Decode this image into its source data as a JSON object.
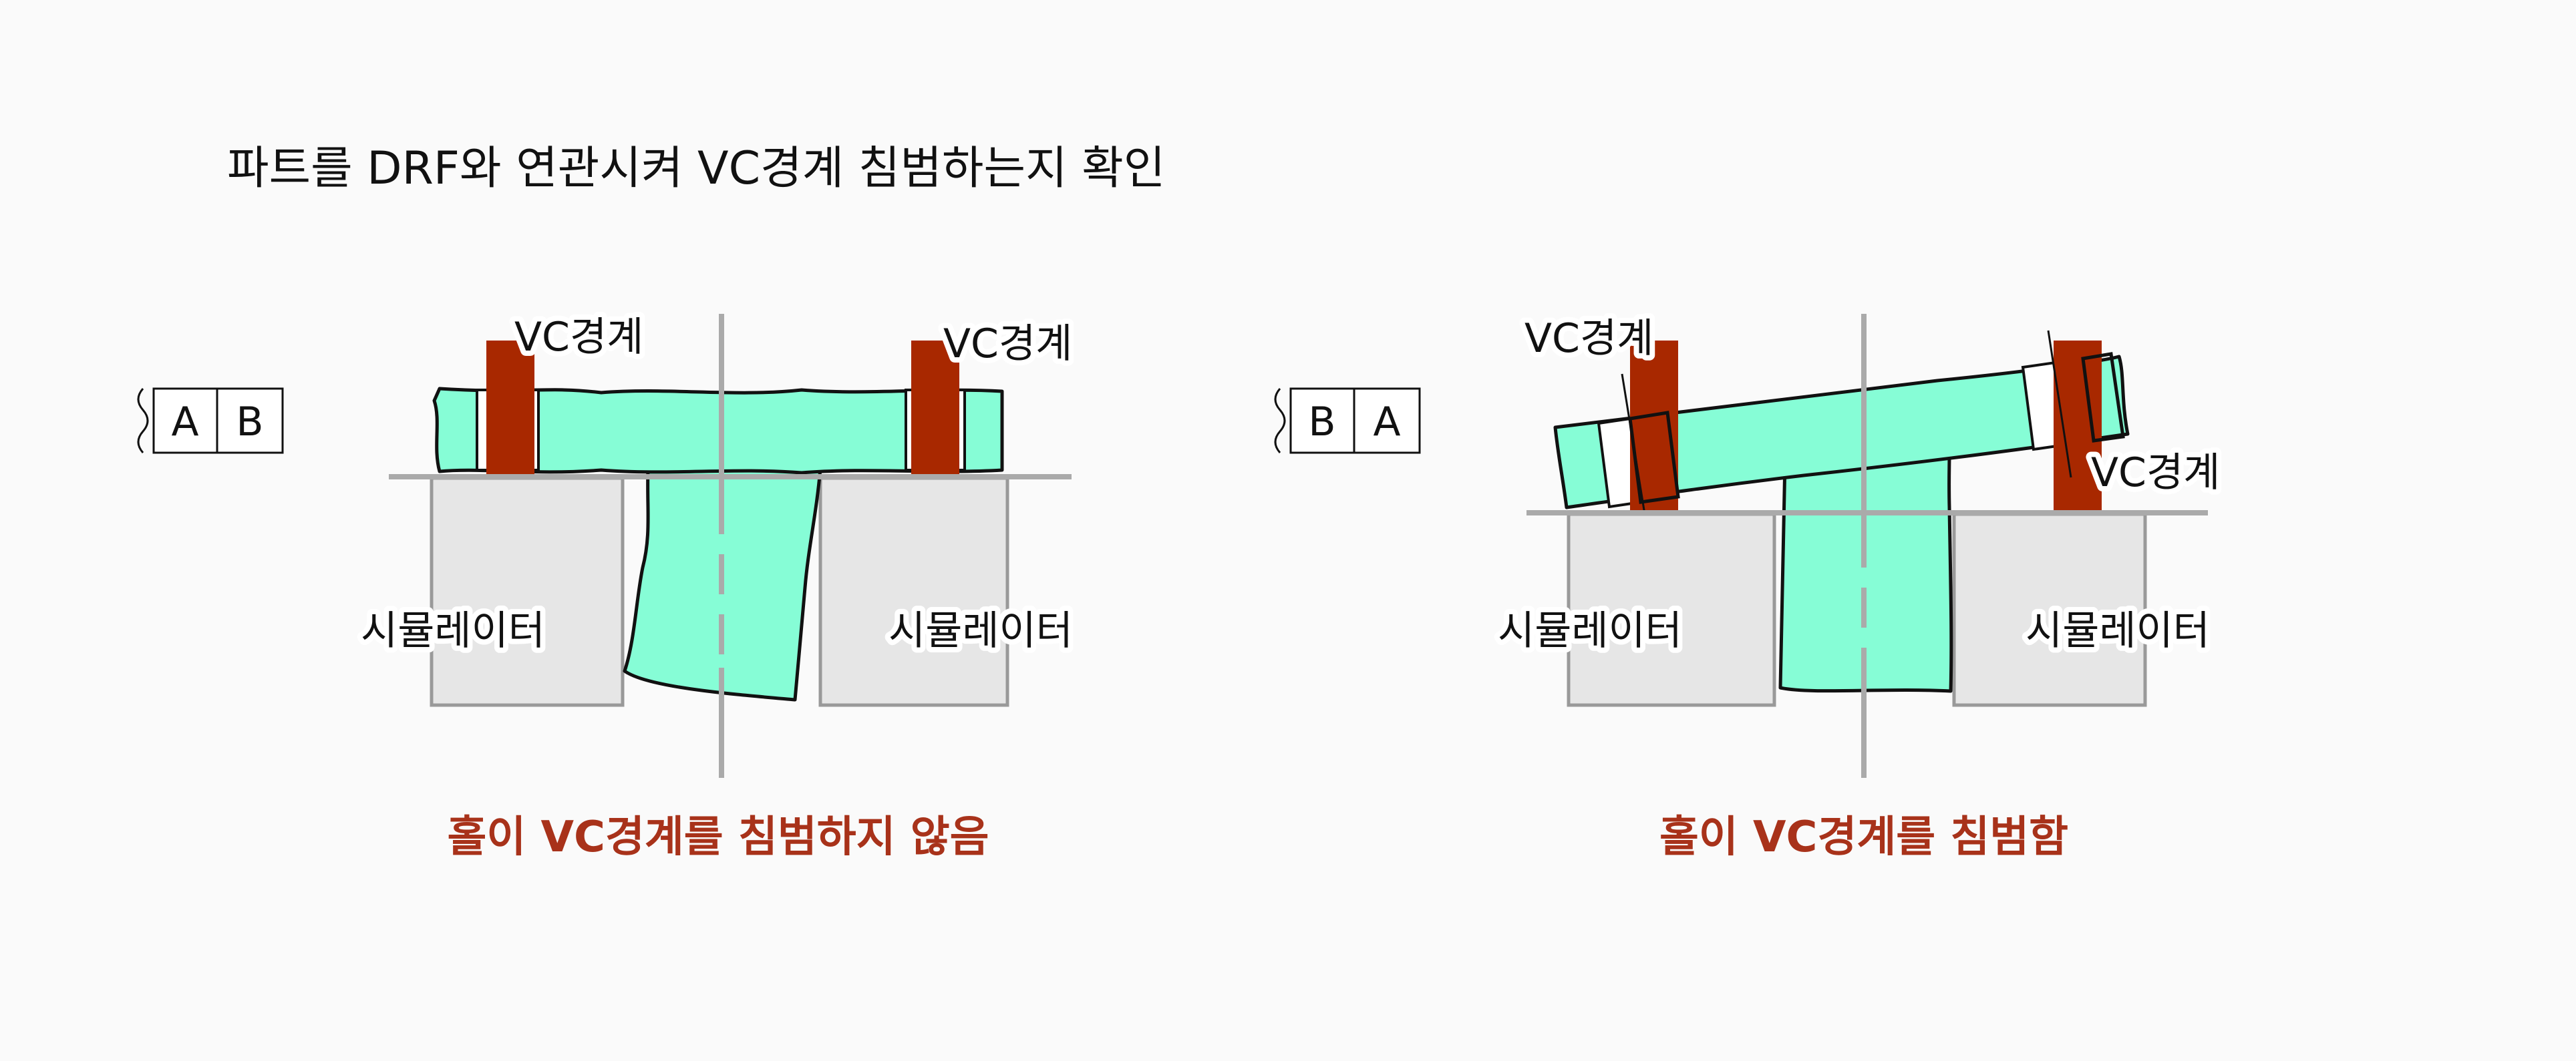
{
  "title": "파트를 DRF와 연관시켜 VC경계 침범하는지 확인",
  "left_panel": {
    "frame": {
      "cells": [
        "A",
        "B"
      ]
    },
    "vc_labels": [
      "VC경계",
      "VC경계"
    ],
    "simulator_labels": [
      "시뮬레이터",
      "시뮬레이터"
    ],
    "caption": "홀이 VC경계를 침범하지 않음"
  },
  "right_panel": {
    "frame": {
      "cells": [
        "B",
        "A"
      ]
    },
    "vc_labels": [
      "VC경계",
      "VC경계"
    ],
    "simulator_labels": [
      "시뮬레이터",
      "시뮬레이터"
    ],
    "caption": "홀이 VC경계를 침범함"
  },
  "colors": {
    "part": "#86fdd6",
    "vc_boundary": "#a82800",
    "simulator": "#e6e6e6",
    "caption": "#a8321a"
  }
}
